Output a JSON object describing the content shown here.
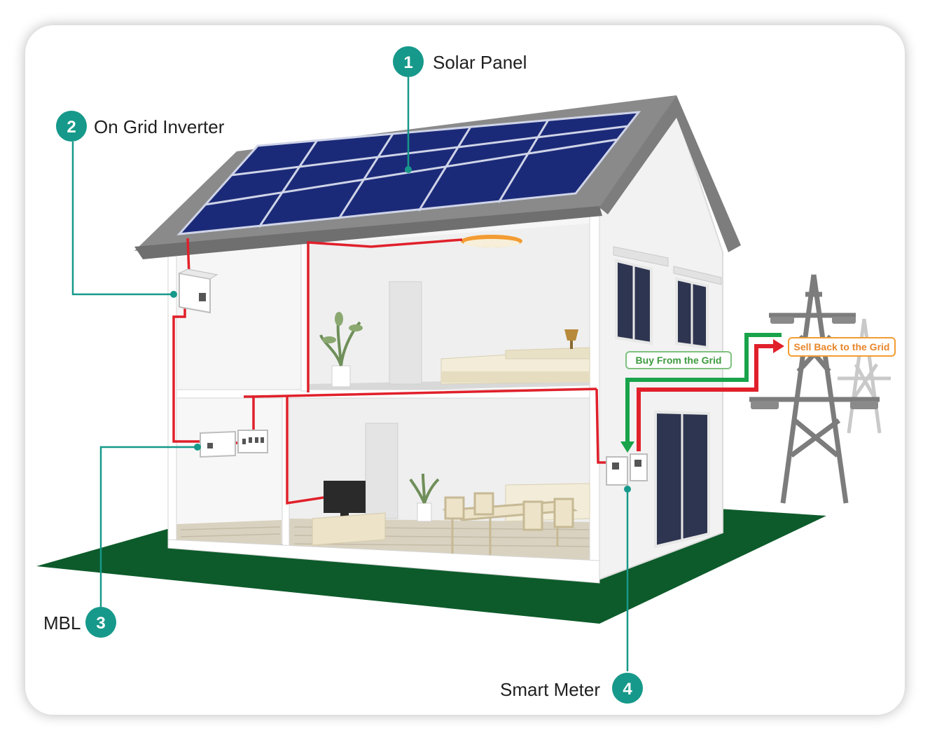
{
  "colors": {
    "teal": "#16998a",
    "wire": "#e0202a",
    "buy": "#19a34a",
    "sell": "#f39c33",
    "grass": "#0d5b2b",
    "roof": "#7d7d7d",
    "panel": "#1b2a78"
  },
  "callouts": [
    {
      "num": "1",
      "label": "Solar Panel"
    },
    {
      "num": "2",
      "label": "On Grid Inverter"
    },
    {
      "num": "3",
      "label": "MBL"
    },
    {
      "num": "4",
      "label": "Smart Meter"
    }
  ],
  "flows": {
    "buy": "Buy From the Grid",
    "sell": "Sell Back to the Grid"
  }
}
